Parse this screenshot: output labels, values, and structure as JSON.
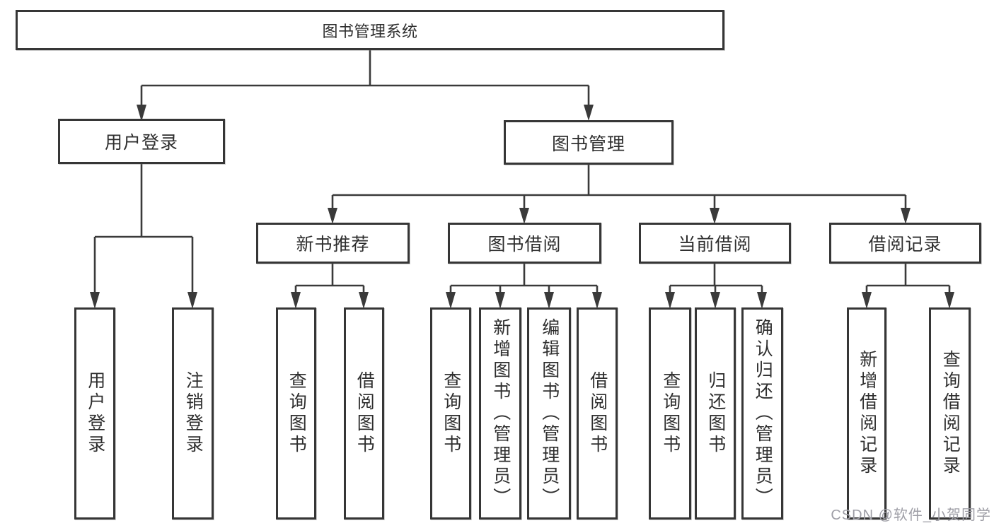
{
  "diagram": {
    "nodes": {
      "root": "图书管理系统",
      "user_login": "用户登录",
      "book_mgmt": "图书管理",
      "ul_login": "用户登录",
      "ul_logout": "注销登录",
      "new_books": "新书推荐",
      "book_borrow": "图书借阅",
      "current_borrow": "当前借阅",
      "borrow_records": "借阅记录",
      "nb_query": "查询图书",
      "nb_borrow": "借阅图书",
      "bb_query": "查询图书",
      "bb_add": "新增图书（管理员）",
      "bb_edit": "编辑图书（管理员）",
      "bb_borrow": "借阅图书",
      "cb_query": "查询图书",
      "cb_return": "归还图书",
      "cb_confirm": "确认归还（管理员）",
      "br_add": "新增借阅记录",
      "br_query": "查询借阅记录"
    },
    "hierarchy": {
      "root": [
        "user_login",
        "book_mgmt"
      ],
      "user_login": [
        "ul_login",
        "ul_logout"
      ],
      "book_mgmt": [
        "new_books",
        "book_borrow",
        "current_borrow",
        "borrow_records"
      ],
      "new_books": [
        "nb_query",
        "nb_borrow"
      ],
      "book_borrow": [
        "bb_query",
        "bb_add",
        "bb_edit",
        "bb_borrow"
      ],
      "current_borrow": [
        "cb_query",
        "cb_return",
        "cb_confirm"
      ],
      "borrow_records": [
        "br_add",
        "br_query"
      ]
    },
    "colors": {
      "line": "#3a3a3a",
      "border": "#363636",
      "text": "#2e2e2e",
      "background": "#ffffff",
      "watermark": "#9e9ea6"
    }
  },
  "watermark": {
    "text": "CSDN @软件_小贺同学"
  }
}
